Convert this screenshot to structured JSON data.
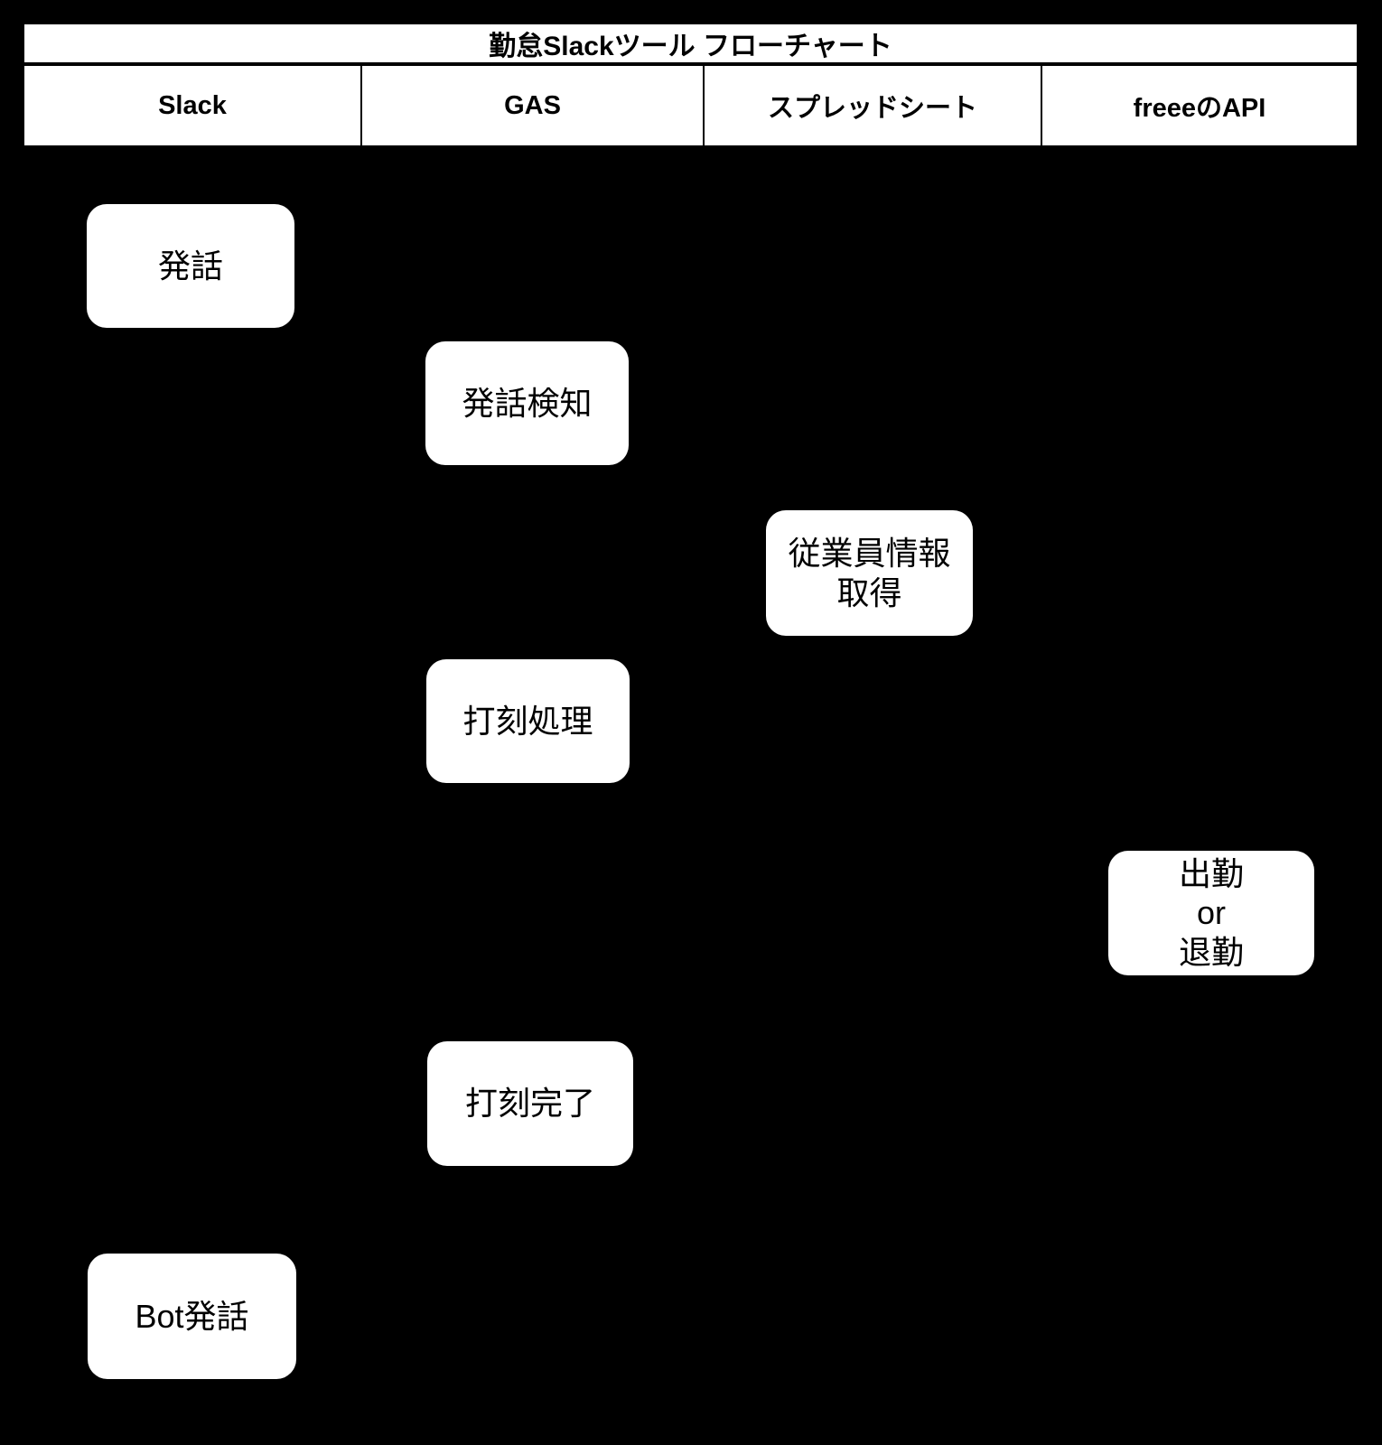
{
  "diagram": {
    "title": "勤怠Slackツール フローチャート",
    "lanes": [
      {
        "label": "Slack"
      },
      {
        "label": "GAS"
      },
      {
        "label": "スプレッドシート"
      },
      {
        "label": "freeeのAPI"
      }
    ],
    "nodes": [
      {
        "id": "utterance",
        "lane": "Slack",
        "label": "発話"
      },
      {
        "id": "utterance-detection",
        "lane": "GAS",
        "label": "発話検知"
      },
      {
        "id": "employee-info-fetch",
        "lane": "スプレッドシート",
        "label": "従業員情報\n取得"
      },
      {
        "id": "punch-processing",
        "lane": "GAS",
        "label": "打刻処理"
      },
      {
        "id": "clock-in-or-out",
        "lane": "freeeのAPI",
        "label": "出勤\nor\n退勤"
      },
      {
        "id": "punch-complete",
        "lane": "GAS",
        "label": "打刻完了"
      },
      {
        "id": "bot-utterance",
        "lane": "Slack",
        "label": "Bot発話"
      }
    ],
    "colors": {
      "background": "#000000",
      "node_fill": "#ffffff",
      "node_text": "#000000",
      "header_fill": "#ffffff",
      "border": "#000000"
    }
  }
}
